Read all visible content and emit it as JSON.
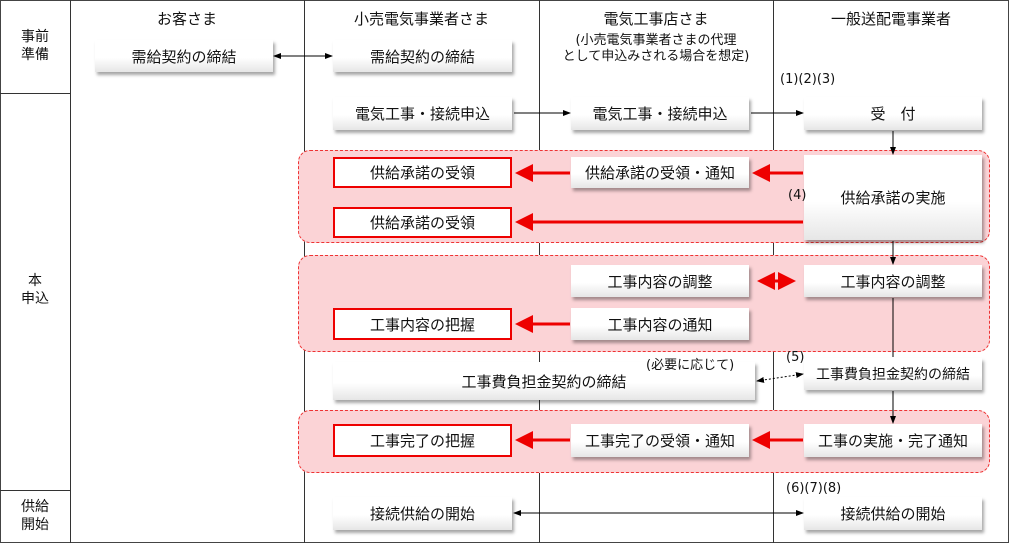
{
  "lanes": {
    "customer": "お客さま",
    "retail": "小売電気事業者さま",
    "contractor": "電気工事店さま",
    "contractor_note1": "(小売電気事業者さまの代理",
    "contractor_note2": "として申込みされる場合を想定)",
    "grid": "一般送配電事業者"
  },
  "phases": {
    "prep1": "事前",
    "prep2": "準備",
    "main1": "本",
    "main2": "申込",
    "start1": "供給",
    "start2": "開始"
  },
  "boxes": {
    "cust_contract": "需給契約の締結",
    "retail_contract": "需給契約の締結",
    "retail_apply": "電気工事・接続申込",
    "contractor_apply": "電気工事・接続申込",
    "grid_accept": "受　付",
    "retail_approval1": "供給承諾の受領",
    "contractor_approval": "供給承諾の受領・通知",
    "grid_approval": "供給承諾の実施",
    "retail_approval2": "供給承諾の受領",
    "contractor_adjust": "工事内容の調整",
    "grid_adjust": "工事内容の調整",
    "retail_grasp": "工事内容の把握",
    "contractor_notify": "工事内容の通知",
    "left_cost": "工事費負担金契約の締結",
    "grid_cost": "工事費負担金契約の締結",
    "retail_complete": "工事完了の把握",
    "contractor_complete": "工事完了の受領・通知",
    "grid_complete": "工事の実施・完了通知",
    "retail_start": "接続供給の開始",
    "grid_start": "接続供給の開始"
  },
  "notes": {
    "n123": "(1)(2)(3)",
    "n4": "(4)",
    "n5": "(5)",
    "as_needed": "(必要に応じて)",
    "n678": "(6)(7)(8)"
  },
  "colors": {
    "red": "#e00000",
    "pink": "#fbd3d6"
  }
}
